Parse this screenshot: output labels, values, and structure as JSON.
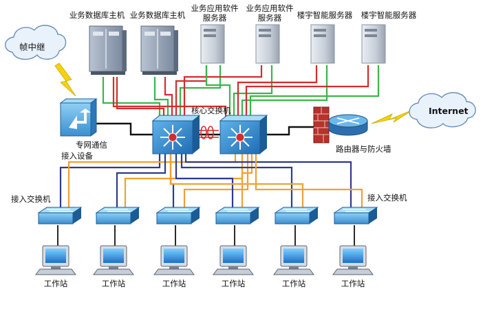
{
  "labels": {
    "db_host": "业务数据库主机",
    "app_server_line1": "业务应用软件",
    "app_server_line2": "服务器",
    "building_server": "楼宇智能服务器",
    "frame_relay": "帧中继",
    "private_net_line1": "专网通信",
    "private_net_line2": "接入设备",
    "core_switch": "核心交换机",
    "router_firewall": "路由器与防火墙",
    "internet": "Internet",
    "access_switch": "接入交换机",
    "workstation": "工作站"
  },
  "colors": {
    "green": "#39b54a",
    "red": "#d42b2b",
    "navy": "#2e3a8c",
    "orange": "#f0a030",
    "black": "#111111",
    "switch_blue": "#3d8fd1",
    "cloud_fill": "#e9f2fb",
    "lightning": "#f5d20a",
    "firewall": "#b6322a"
  }
}
